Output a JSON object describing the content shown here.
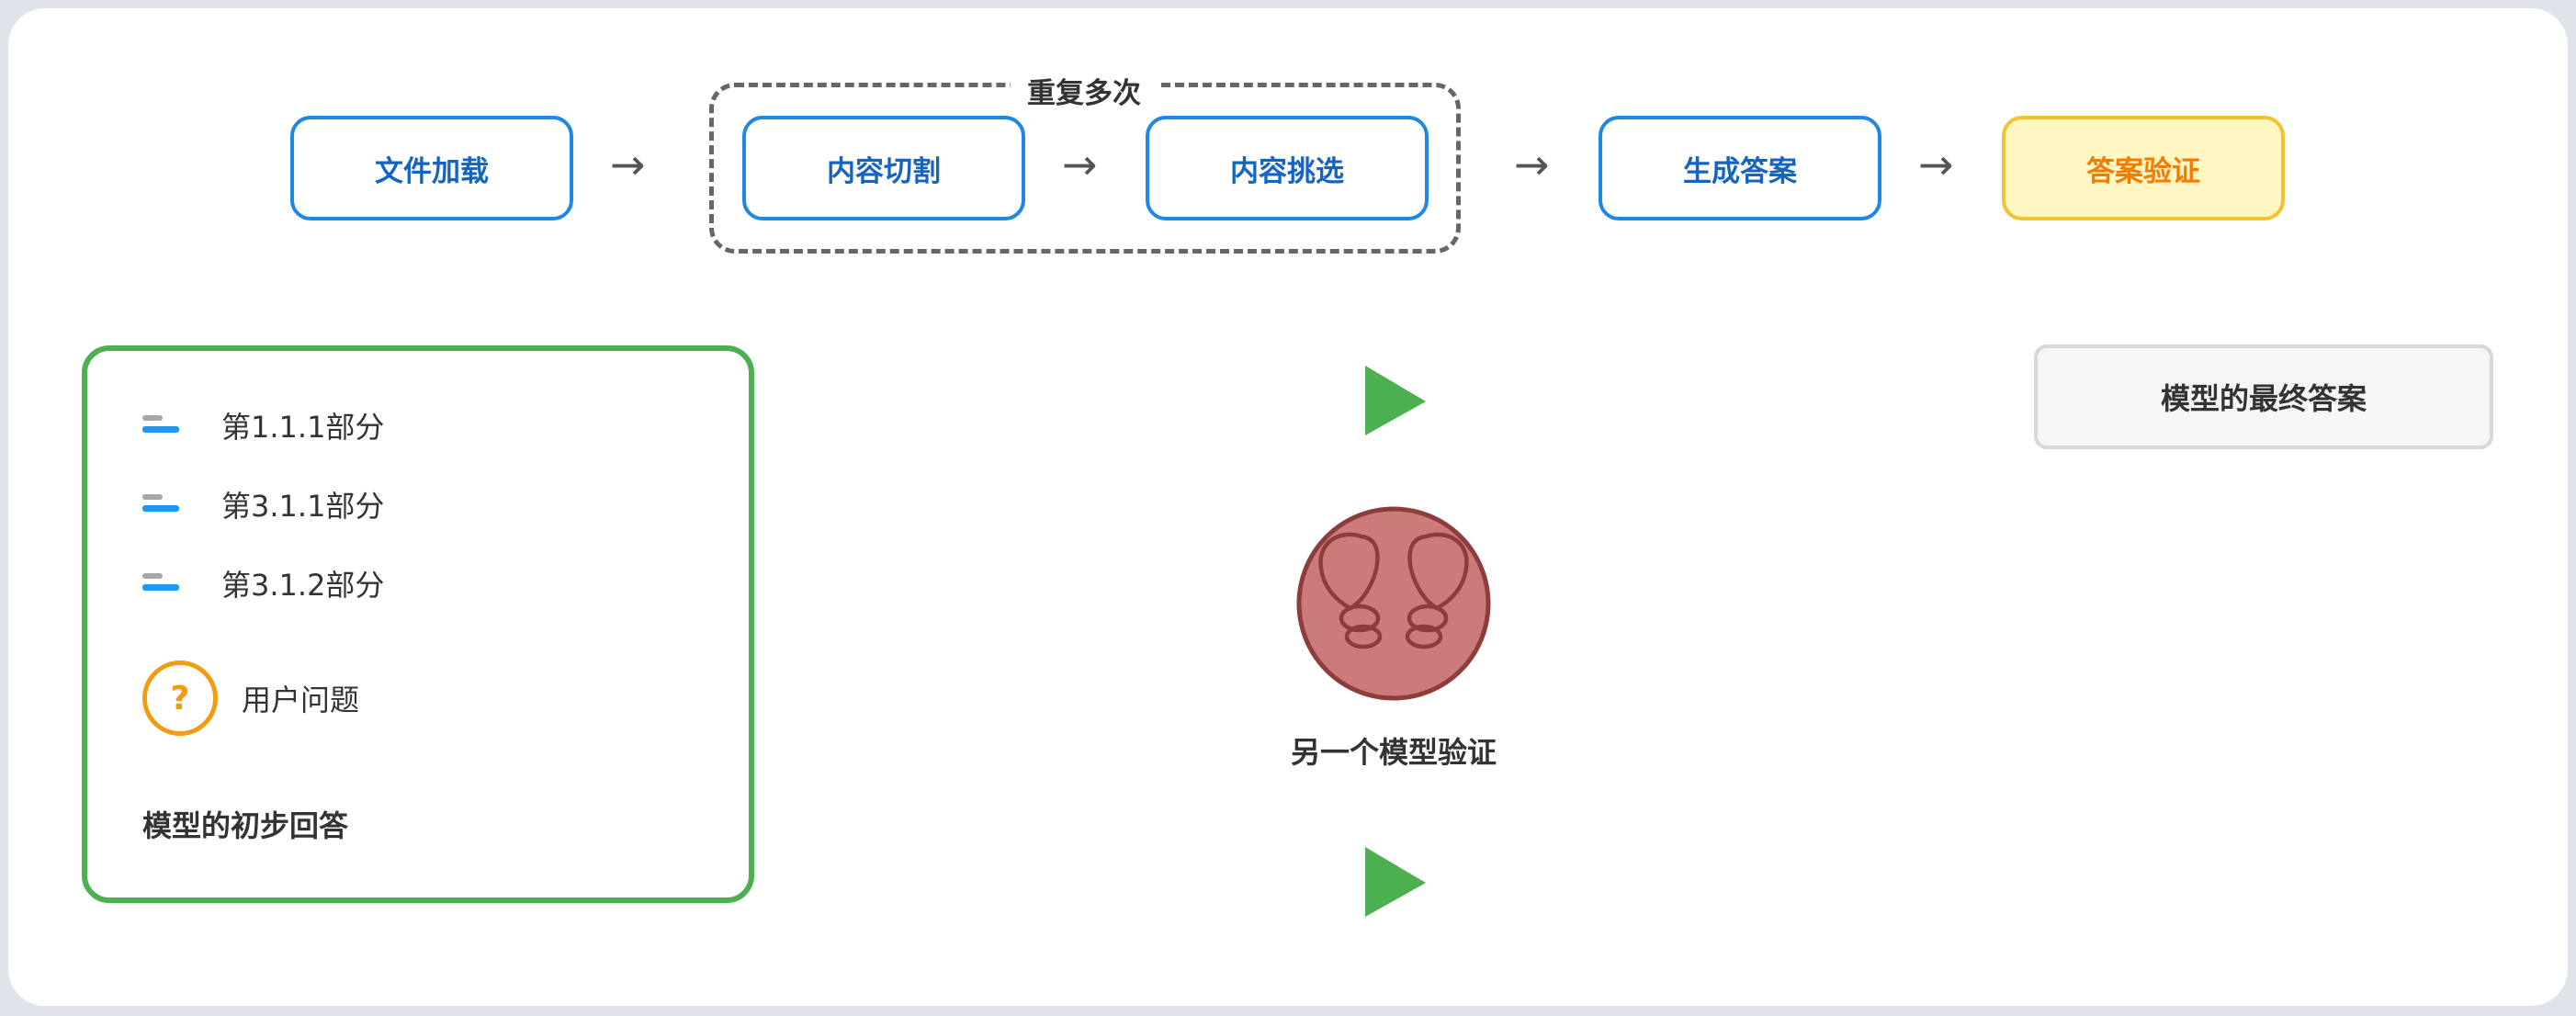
{
  "pipeline": {
    "steps": [
      "文件加载",
      "内容切割",
      "内容挑选",
      "生成答案",
      "答案验证"
    ],
    "arrow": "→",
    "loop_label": "重复多次"
  },
  "left_box": {
    "sections": [
      "第1.1.1部分",
      "第3.1.1部分",
      "第3.1.2部分"
    ],
    "question_mark": "?",
    "question_label": "用户问题",
    "footer": "模型的初步回答"
  },
  "verifier": {
    "label": "另一个模型验证"
  },
  "final_answer": {
    "label": "模型的最终答案"
  },
  "colors": {
    "step_border": "#1e88e5",
    "step_text": "#1565c0",
    "final_fill": "#fff6c2",
    "final_border": "#f2c233",
    "final_text": "#f57c00",
    "box_border": "#4caf50",
    "play": "#4caf50",
    "verifier_fill": "#cd7a7a",
    "question": "#f39c12"
  }
}
